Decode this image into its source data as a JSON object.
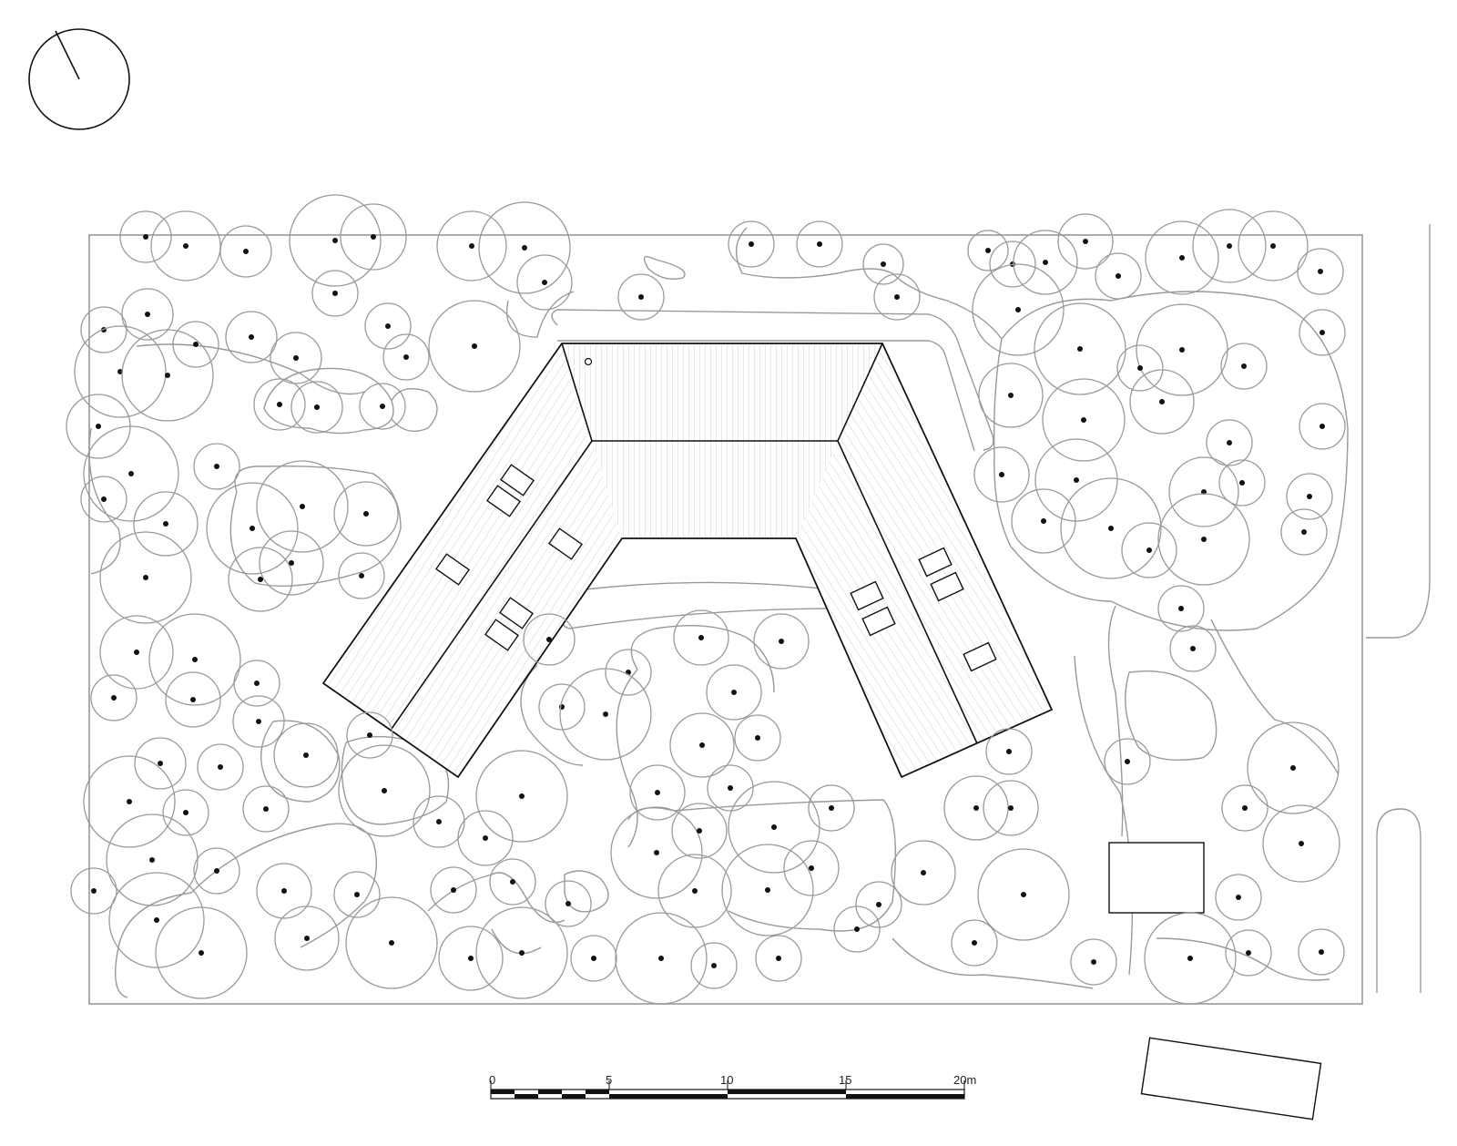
{
  "north_arrow": {
    "icon": "north-arrow-icon"
  },
  "scale_bar": {
    "labels": [
      "0",
      "5",
      "10",
      "15",
      "20m"
    ]
  },
  "trees": [
    [
      160,
      260,
      28
    ],
    [
      204,
      270,
      38
    ],
    [
      270,
      276,
      28
    ],
    [
      368,
      264,
      50
    ],
    [
      410,
      260,
      36
    ],
    [
      368,
      322,
      25
    ],
    [
      518,
      270,
      38
    ],
    [
      576,
      272,
      50
    ],
    [
      598,
      310,
      30
    ],
    [
      704,
      326,
      25
    ],
    [
      825,
      268,
      25
    ],
    [
      900,
      268,
      25
    ],
    [
      970,
      290,
      22
    ],
    [
      985,
      326,
      25
    ],
    [
      1085,
      275,
      22
    ],
    [
      1112,
      290,
      25
    ],
    [
      1148,
      288,
      35
    ],
    [
      1192,
      265,
      30
    ],
    [
      1228,
      303,
      25
    ],
    [
      1298,
      283,
      40
    ],
    [
      1350,
      270,
      40
    ],
    [
      1398,
      270,
      38
    ],
    [
      1450,
      298,
      25
    ],
    [
      114,
      362,
      25
    ],
    [
      162,
      345,
      28
    ],
    [
      215,
      378,
      25
    ],
    [
      276,
      370,
      28
    ],
    [
      325,
      393,
      28
    ],
    [
      426,
      358,
      25
    ],
    [
      446,
      392,
      25
    ],
    [
      521,
      380,
      50
    ],
    [
      132,
      408,
      50
    ],
    [
      184,
      412,
      50
    ],
    [
      307,
      444,
      28
    ],
    [
      348,
      447,
      28
    ],
    [
      420,
      446,
      25
    ],
    [
      1118,
      340,
      50
    ],
    [
      1186,
      383,
      50
    ],
    [
      1298,
      384,
      50
    ],
    [
      1366,
      402,
      25
    ],
    [
      1110,
      434,
      35
    ],
    [
      1190,
      461,
      45
    ],
    [
      1252,
      404,
      25
    ],
    [
      1276,
      441,
      35
    ],
    [
      1452,
      365,
      25
    ],
    [
      1452,
      468,
      25
    ],
    [
      1350,
      486,
      25
    ],
    [
      108,
      468,
      35
    ],
    [
      144,
      520,
      52
    ],
    [
      114,
      548,
      25
    ],
    [
      238,
      512,
      25
    ],
    [
      332,
      556,
      50
    ],
    [
      402,
      564,
      35
    ],
    [
      1100,
      521,
      30
    ],
    [
      1182,
      527,
      45
    ],
    [
      1322,
      540,
      38
    ],
    [
      1364,
      530,
      25
    ],
    [
      1438,
      545,
      25
    ],
    [
      1432,
      584,
      25
    ],
    [
      182,
      575,
      35
    ],
    [
      277,
      580,
      50
    ],
    [
      320,
      618,
      35
    ],
    [
      286,
      636,
      35
    ],
    [
      397,
      632,
      25
    ],
    [
      160,
      634,
      50
    ],
    [
      1146,
      572,
      35
    ],
    [
      1220,
      580,
      55
    ],
    [
      1262,
      604,
      30
    ],
    [
      1322,
      592,
      50
    ],
    [
      1297,
      668,
      25
    ],
    [
      1310,
      712,
      25
    ],
    [
      150,
      716,
      40
    ],
    [
      214,
      724,
      50
    ],
    [
      125,
      766,
      25
    ],
    [
      212,
      768,
      30
    ],
    [
      282,
      750,
      25
    ],
    [
      603,
      702,
      28
    ],
    [
      770,
      700,
      30
    ],
    [
      858,
      704,
      30
    ],
    [
      690,
      738,
      25
    ],
    [
      617,
      776,
      25
    ],
    [
      665,
      784,
      50
    ],
    [
      806,
      760,
      30
    ],
    [
      284,
      792,
      28
    ],
    [
      336,
      829,
      35
    ],
    [
      406,
      807,
      25
    ],
    [
      771,
      818,
      35
    ],
    [
      832,
      810,
      25
    ],
    [
      1108,
      825,
      25
    ],
    [
      1238,
      836,
      25
    ],
    [
      1420,
      843,
      50
    ],
    [
      176,
      838,
      28
    ],
    [
      242,
      842,
      25
    ],
    [
      142,
      880,
      50
    ],
    [
      204,
      892,
      25
    ],
    [
      292,
      888,
      25
    ],
    [
      422,
      868,
      50
    ],
    [
      573,
      874,
      50
    ],
    [
      722,
      870,
      30
    ],
    [
      802,
      865,
      25
    ],
    [
      482,
      902,
      28
    ],
    [
      533,
      920,
      30
    ],
    [
      1072,
      887,
      35
    ],
    [
      1110,
      887,
      30
    ],
    [
      1367,
      887,
      25
    ],
    [
      1429,
      926,
      42
    ],
    [
      167,
      944,
      50
    ],
    [
      238,
      956,
      25
    ],
    [
      721,
      936,
      50
    ],
    [
      768,
      912,
      30
    ],
    [
      850,
      908,
      50
    ],
    [
      913,
      887,
      25
    ],
    [
      891,
      953,
      30
    ],
    [
      103,
      978,
      25
    ],
    [
      312,
      978,
      30
    ],
    [
      392,
      982,
      25
    ],
    [
      498,
      977,
      25
    ],
    [
      563,
      968,
      25
    ],
    [
      624,
      992,
      25
    ],
    [
      763,
      978,
      40
    ],
    [
      843,
      977,
      50
    ],
    [
      1014,
      958,
      35
    ],
    [
      1124,
      982,
      50
    ],
    [
      1360,
      985,
      25
    ],
    [
      172,
      1010,
      52
    ],
    [
      221,
      1046,
      50
    ],
    [
      337,
      1030,
      35
    ],
    [
      430,
      1035,
      50
    ],
    [
      517,
      1052,
      35
    ],
    [
      573,
      1046,
      50
    ],
    [
      652,
      1052,
      25
    ],
    [
      726,
      1052,
      50
    ],
    [
      784,
      1060,
      25
    ],
    [
      855,
      1052,
      25
    ],
    [
      941,
      1020,
      25
    ],
    [
      965,
      993,
      25
    ],
    [
      1070,
      1035,
      25
    ],
    [
      1201,
      1056,
      25
    ],
    [
      1307,
      1052,
      50
    ],
    [
      1371,
      1046,
      25
    ],
    [
      1451,
      1045,
      25
    ]
  ],
  "colors": {
    "linework": "#111111",
    "site_lines": "#999999",
    "background": "#ffffff"
  }
}
